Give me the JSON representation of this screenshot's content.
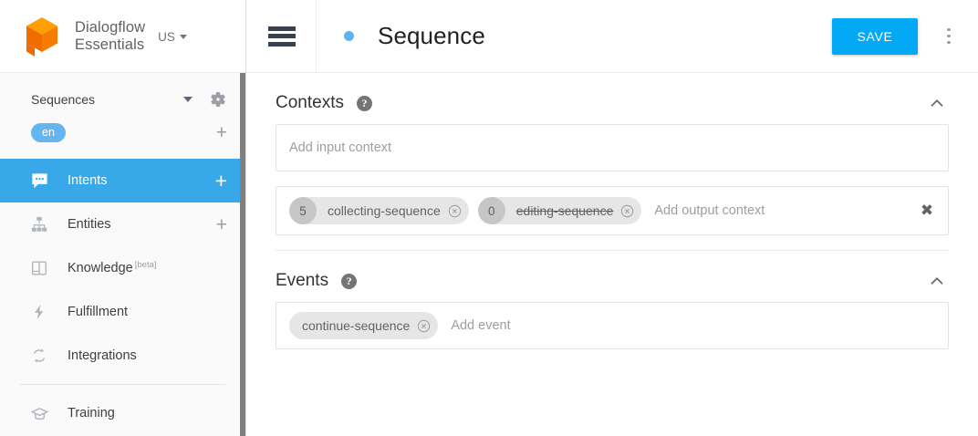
{
  "brand": {
    "product_line1": "Dialogflow",
    "product_line2": "Essentials",
    "region": "US",
    "logo_icon": "dialogflow-cube-logo"
  },
  "sidebar": {
    "agent": {
      "name": "Sequences",
      "dropdown_icon": "caret-down-icon",
      "settings_icon": "gear-icon"
    },
    "languages": {
      "chips": [
        "en"
      ],
      "add_icon": "plus-icon"
    },
    "items": [
      {
        "label": "Intents",
        "icon": "speech-bubble-icon",
        "active": true,
        "add_icon": "plus-icon"
      },
      {
        "label": "Entities",
        "icon": "entities-tree-icon",
        "active": false,
        "add_icon": "plus-icon"
      },
      {
        "label": "Knowledge",
        "icon": "book-icon",
        "active": false,
        "badge": "[beta]"
      },
      {
        "label": "Fulfillment",
        "icon": "lightning-bolt-icon",
        "active": false
      },
      {
        "label": "Integrations",
        "icon": "sync-arrows-icon",
        "active": false
      },
      {
        "label": "Training",
        "icon": "graduation-cap-icon",
        "active": false
      }
    ]
  },
  "topbar": {
    "menu_icon": "hamburger-menu-icon",
    "status_dot": "agent-status-dot",
    "title": "Sequence",
    "save_label": "SAVE",
    "more_icon": "kebab-menu-icon"
  },
  "sections": {
    "contexts": {
      "title": "Contexts",
      "help_icon": "help-circle-icon",
      "collapse_icon": "chevron-up-icon",
      "input": {
        "placeholder": "Add input context",
        "chips": []
      },
      "output": {
        "placeholder": "Add output context",
        "clear_icon": "clear-all-x-icon",
        "chips": [
          {
            "count": "5",
            "label": "collecting-sequence",
            "expired": false,
            "remove_icon": "chip-remove-icon"
          },
          {
            "count": "0",
            "label": "editing-sequence",
            "expired": true,
            "remove_icon": "chip-remove-icon"
          }
        ]
      }
    },
    "events": {
      "title": "Events",
      "help_icon": "help-circle-icon",
      "collapse_icon": "chevron-up-icon",
      "placeholder": "Add event",
      "chips": [
        {
          "label": "continue-sequence",
          "remove_icon": "chip-remove-icon"
        }
      ]
    }
  },
  "colors": {
    "accent_blue": "#03a9f4",
    "nav_active_blue": "#39a8e8",
    "lang_chip_blue": "#64b5f0",
    "logo_orange": "#f08800",
    "status_dot_blue": "#60b3ec"
  }
}
